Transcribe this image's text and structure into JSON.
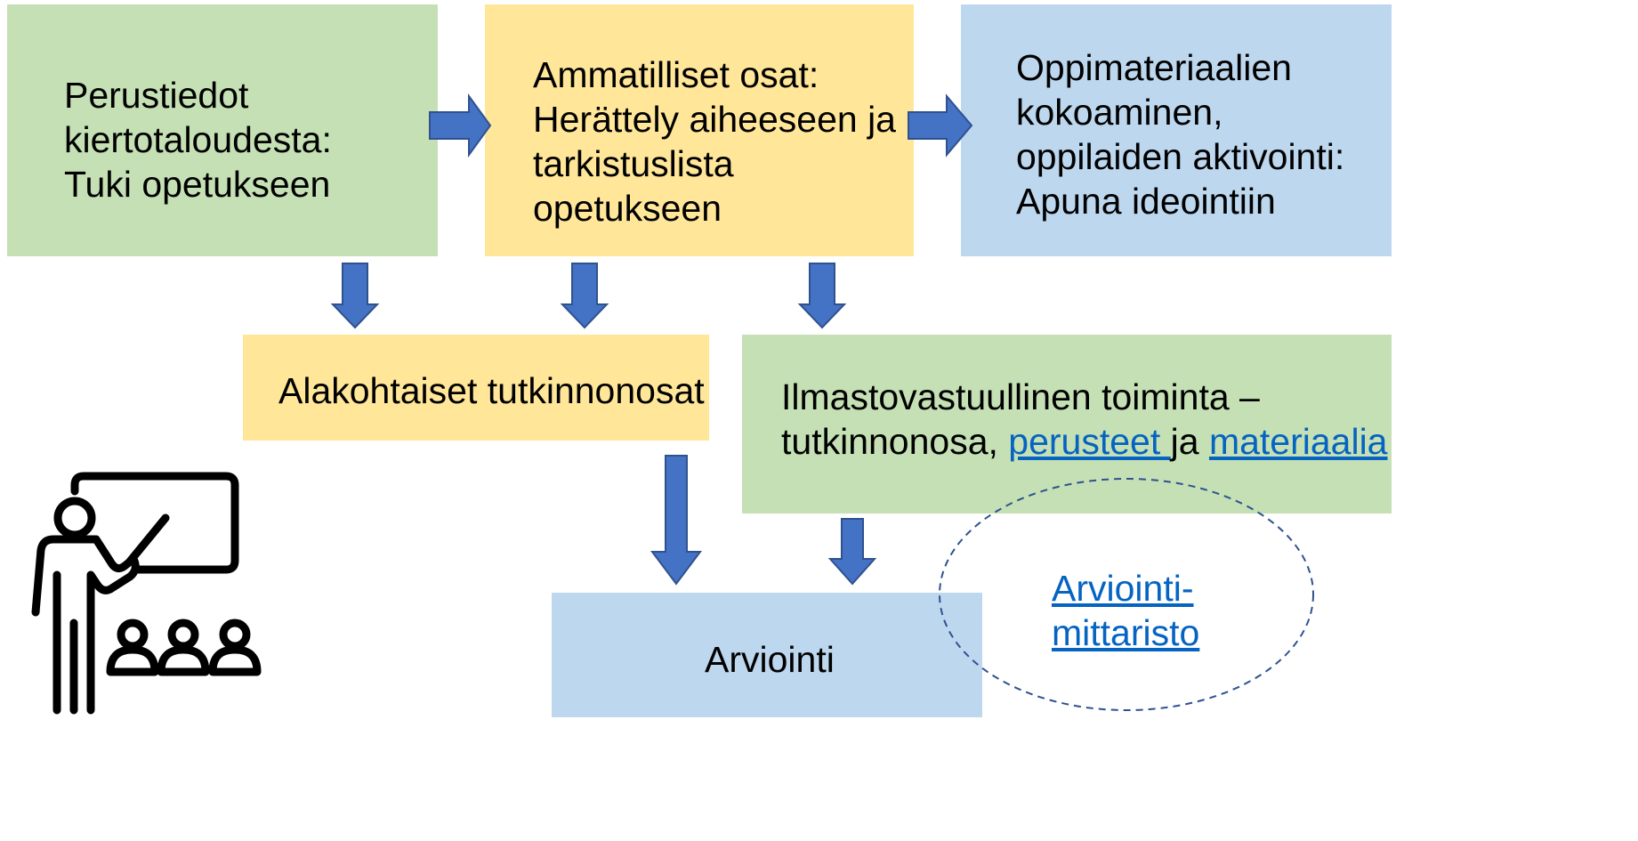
{
  "boxes": {
    "perustiedot": {
      "lines": [
        "Perustiedot",
        "kiertotaloudesta:",
        "Tuki opetukseen"
      ]
    },
    "ammatilliset": {
      "lines": [
        "Ammatilliset osat:",
        "Herättely aiheeseen ja",
        "tarkistuslista",
        "opetukseen"
      ]
    },
    "oppimateriaalien": {
      "lines": [
        "Oppimateriaalien",
        "kokoaminen,",
        "oppilaiden aktivointi:",
        "Apuna ideointiin"
      ]
    },
    "alakohtaiset": {
      "text": "Alakohtaiset tutkinnonosat"
    },
    "ilmasto": {
      "line1": "Ilmastovastuullinen toiminta –",
      "line2_prefix": "tutkinnonosa, ",
      "link_perusteet": "perusteet ",
      "line2_middle": "ja ",
      "link_materiaalia": "materiaalia"
    },
    "arviointi": {
      "text": "Arviointi"
    }
  },
  "ellipse_link": {
    "line1": "Arviointi-",
    "line2": "mittaristo"
  },
  "colors": {
    "green": "#c5e0b4",
    "yellow": "#ffe699",
    "blue": "#bdd7ee",
    "arrow": "#4472c4",
    "arrow_border": "#2f528f",
    "link": "#0563c1",
    "ellipse_stroke": "#2f528f"
  },
  "icons": {
    "teacher": "teacher-presenting-icon"
  }
}
